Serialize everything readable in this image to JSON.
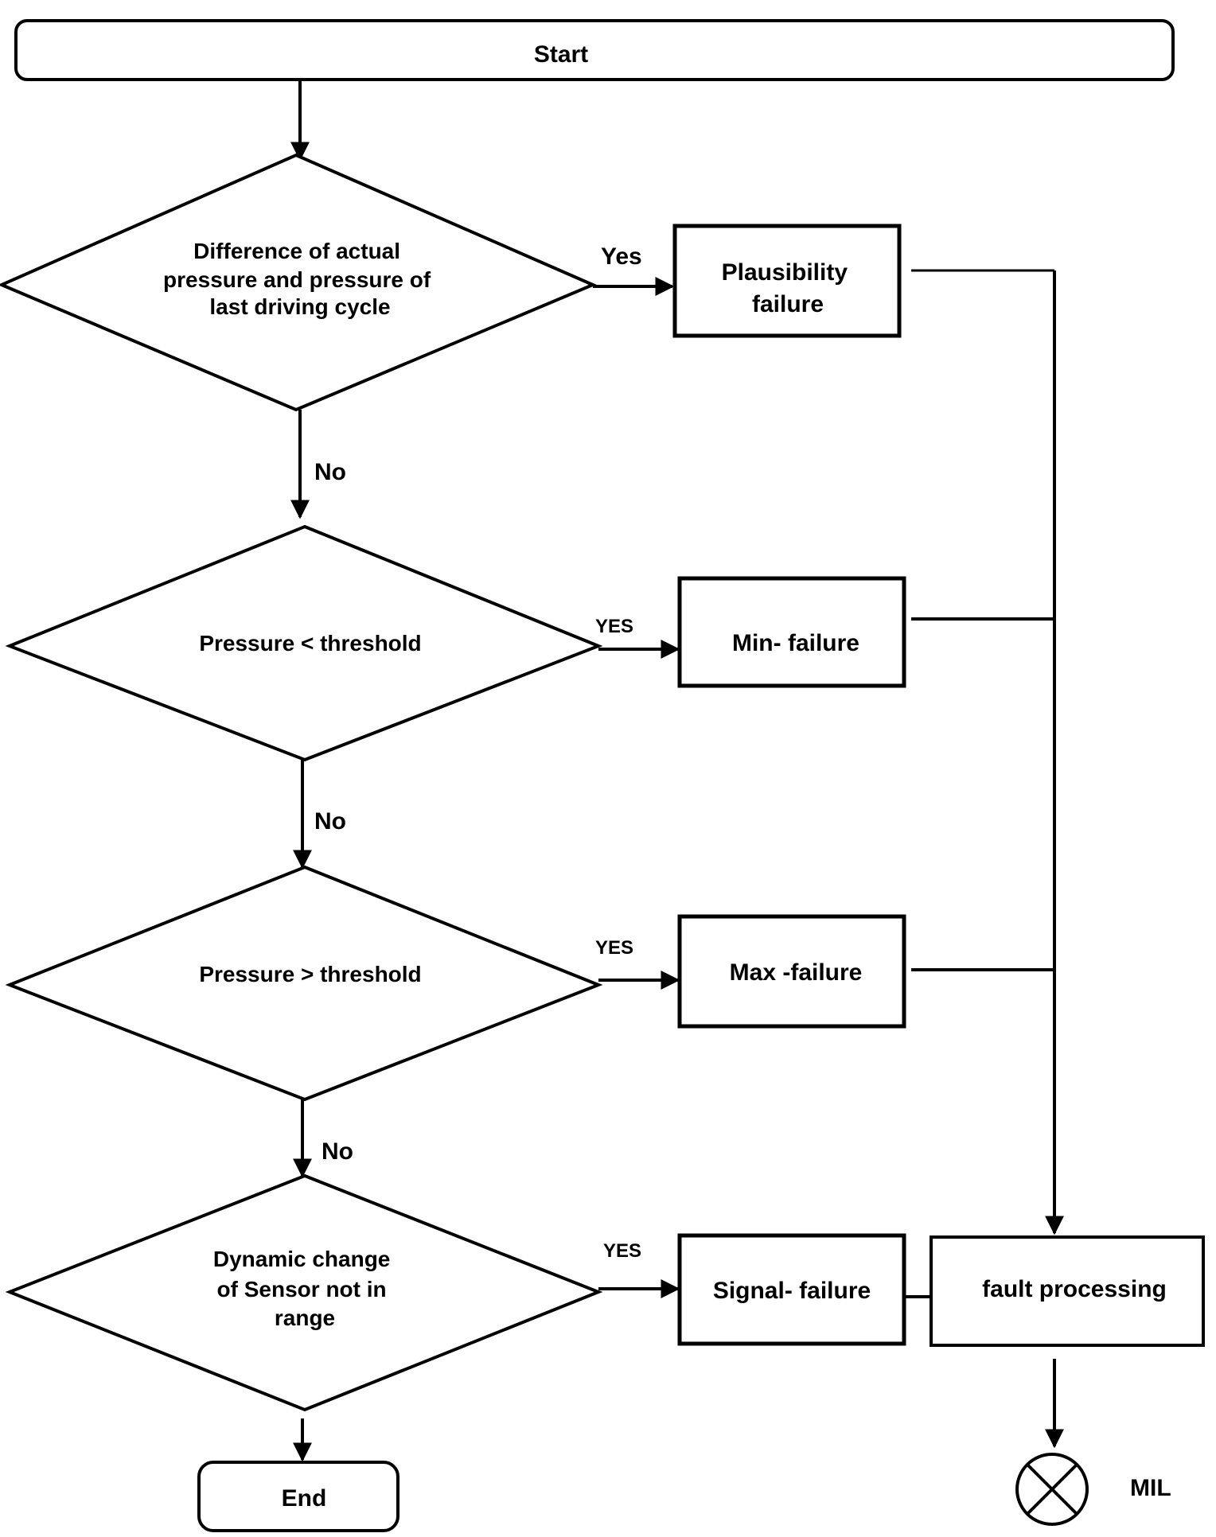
{
  "nodes": {
    "start": "Start",
    "decision_1": [
      "Difference of  actual",
      "pressure and pressure of",
      "last driving cycle"
    ],
    "decision_2": "Pressure < threshold",
    "decision_3": "Pressure > threshold",
    "decision_4": [
      "Dynamic change",
      "of Sensor not in",
      "range"
    ],
    "plausibility_failure": [
      "Plausibility",
      "failure"
    ],
    "min_failure": "Min- failure",
    "max_failure": "Max -failure",
    "signal_failure": "Signal- failure",
    "fault_processing": "fault processing",
    "end": "End",
    "mil": "MIL"
  },
  "edges": {
    "d1_yes": "Yes",
    "d1_no": "No",
    "d2_yes": "YES",
    "d2_no": "No",
    "d3_yes": "YES",
    "d3_no": "No",
    "d4_yes": "YES"
  },
  "icons": {
    "mil_lamp": "crossed-circle-lamp-icon"
  }
}
